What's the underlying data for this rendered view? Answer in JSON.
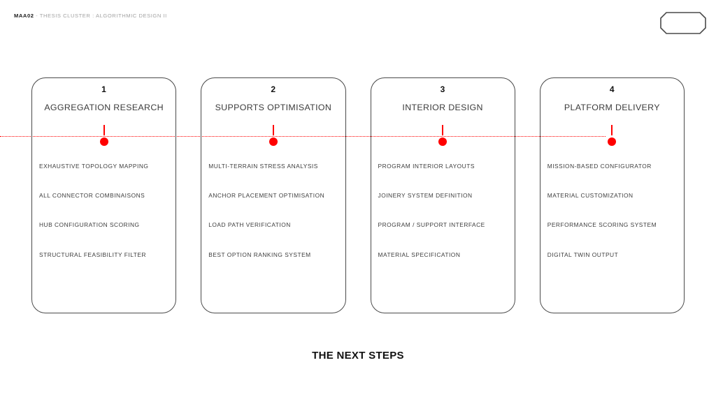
{
  "header": {
    "code": "MAA02",
    "separator": " - ",
    "subtitle": "THESIS CLUSTER : ALGORITHMIC DESIGN II"
  },
  "badge": {
    "shape": "octagon-outline",
    "label": ""
  },
  "timeline": {
    "color": "#ff0000",
    "style": "dotted"
  },
  "colors": {
    "accent": "#ff0000",
    "card_border": "#4a4a4a",
    "text_primary": "#111111",
    "text_body": "#3d3d3d",
    "header_muted": "#9b9b9b",
    "background": "#ffffff"
  },
  "cards": [
    {
      "number": "1",
      "title": "AGGREGATION RESEARCH",
      "items": [
        "EXHAUSTIVE TOPOLOGY MAPPING",
        "ALL CONNECTOR COMBINAISONS",
        "HUB CONFIGURATION SCORING",
        "STRUCTURAL FEASIBILITY FILTER"
      ]
    },
    {
      "number": "2",
      "title": "SUPPORTS OPTIMISATION",
      "items": [
        "MULTI-TERRAIN STRESS ANALYSIS",
        "ANCHOR PLACEMENT OPTIMISATION",
        "LOAD PATH VERIFICATION",
        "BEST OPTION RANKING SYSTEM"
      ]
    },
    {
      "number": "3",
      "title": "INTERIOR DESIGN",
      "items": [
        "PROGRAM INTERIOR LAYOUTS",
        "JOINERY SYSTEM DEFINITION",
        "PROGRAM / SUPPORT INTERFACE",
        "MATERIAL SPECIFICATION"
      ]
    },
    {
      "number": "4",
      "title": "PLATFORM DELIVERY",
      "items": [
        "MISSION-BASED CONFIGURATOR",
        "MATERIAL CUSTOMIZATION",
        "PERFORMANCE SCORING SYSTEM",
        "DIGITAL TWIN OUTPUT"
      ]
    }
  ],
  "footer": {
    "title": "THE NEXT STEPS"
  }
}
